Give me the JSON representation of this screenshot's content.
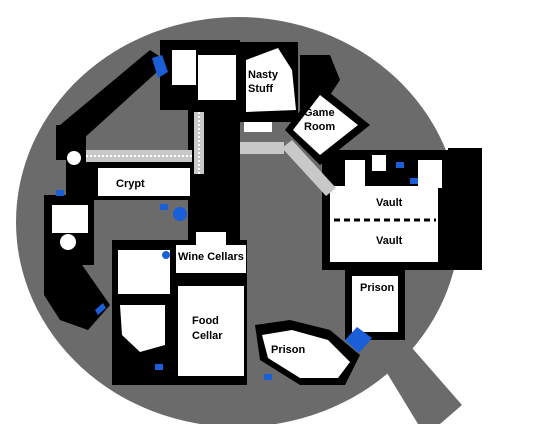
{
  "rooms": {
    "nasty_stuff": [
      "Nasty",
      "Stuff"
    ],
    "game_room": [
      "Game",
      "Room"
    ],
    "crypt": "Crypt",
    "vault_upper": "Vault",
    "vault_lower": "Vault",
    "wine_cellars": "Wine Cellars",
    "prison_east": "Prison",
    "food_cellar": [
      "Food",
      "Cellar"
    ],
    "prison_south": "Prison"
  },
  "colors": {
    "background": "#ffffff",
    "ground": "#6b6b6b",
    "walls": "#000000",
    "floor": "#ffffff",
    "water": "#1a5fd8",
    "corridor": "#c8c8c8"
  }
}
